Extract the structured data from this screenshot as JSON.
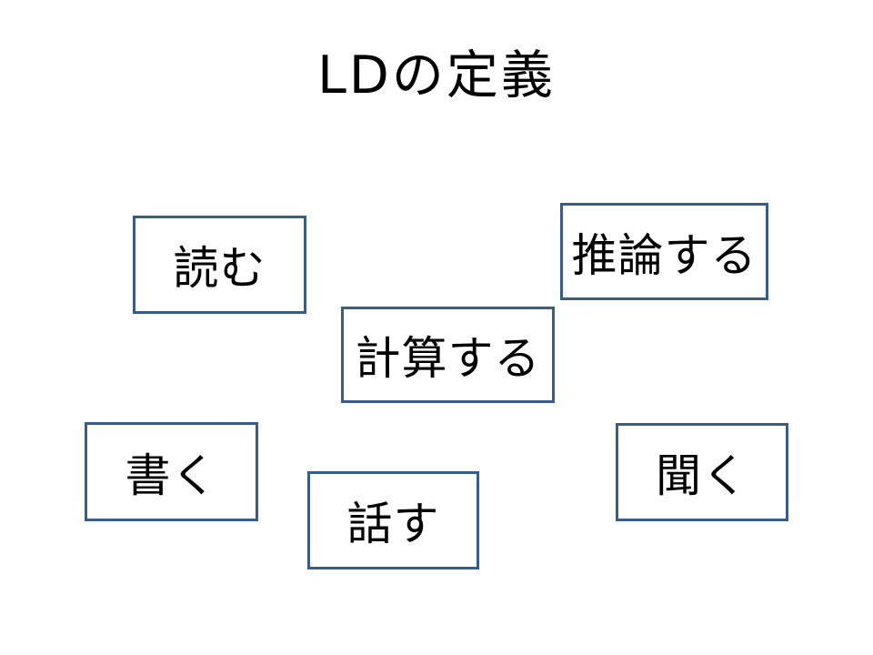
{
  "slide": {
    "title": "LDの定義",
    "boxes": [
      {
        "key": "read",
        "label": "読む"
      },
      {
        "key": "reason",
        "label": "推論する"
      },
      {
        "key": "calculate",
        "label": "計算する"
      },
      {
        "key": "write",
        "label": "書く"
      },
      {
        "key": "speak",
        "label": "話す"
      },
      {
        "key": "listen",
        "label": "聞く"
      }
    ],
    "colors": {
      "background": "#FFFFFF",
      "box_border": "#385D8A",
      "box_fill": "#FFFFFF",
      "text": "#000000"
    }
  }
}
